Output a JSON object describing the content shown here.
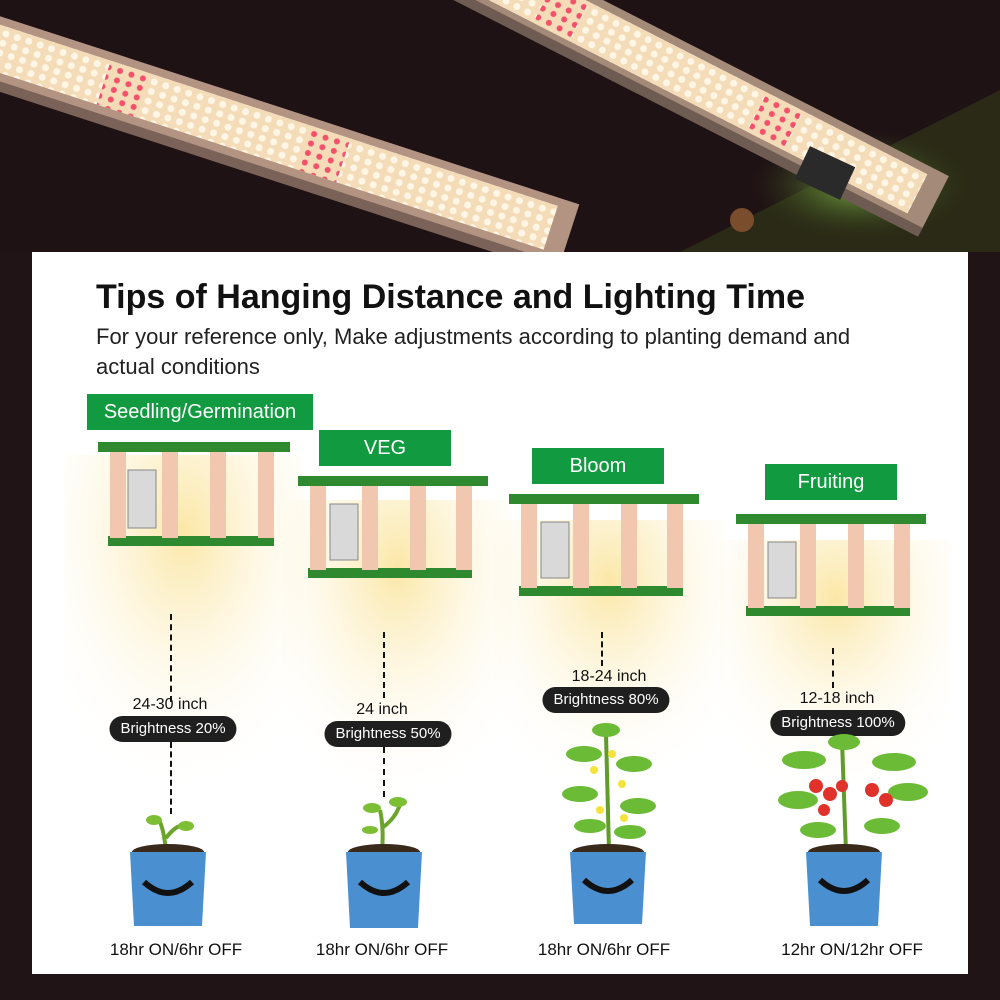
{
  "header": {
    "title": "Tips of Hanging Distance and Lighting Time",
    "subtitle": "For your reference only, Make adjustments according to planting demand and actual conditions"
  },
  "stages": [
    {
      "label": "Seedling/Germination",
      "distance": "24-30 inch",
      "brightness": "Brightness 20%",
      "brightness_level": 0.2,
      "schedule": "18hr ON/6hr OFF",
      "plant": "sprout"
    },
    {
      "label": "VEG",
      "distance": "24 inch",
      "brightness": "Brightness 50%",
      "brightness_level": 0.5,
      "schedule": "18hr ON/6hr OFF",
      "plant": "seedling"
    },
    {
      "label": "Bloom",
      "distance": "18-24 inch",
      "brightness": "Brightness 80%",
      "brightness_level": 0.8,
      "schedule": "18hr ON/6hr OFF",
      "plant": "flowering-plant"
    },
    {
      "label": "Fruiting",
      "distance": "12-18 inch",
      "brightness": "Brightness 100%",
      "brightness_level": 1.0,
      "schedule": "12hr ON/12hr OFF",
      "plant": "tomato-plant"
    }
  ],
  "colors": {
    "stage_label_bg": "#119a3f",
    "pill_bg": "#1f1f1f",
    "pot": "#4a90d0",
    "fixture_frame": "#2f8a2f"
  }
}
